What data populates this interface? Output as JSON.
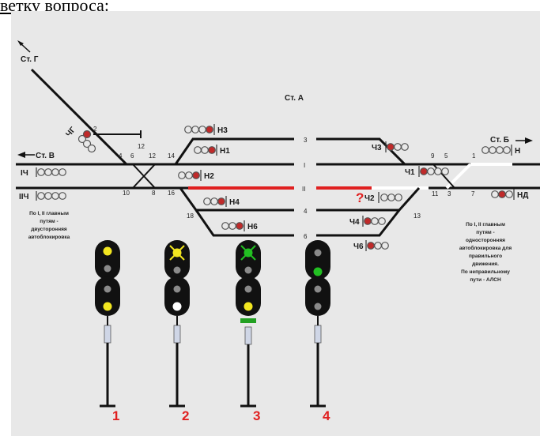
{
  "header_text": "ветку вопроса:",
  "station_main": "Ст. А",
  "station_g": "Ст. Г",
  "station_v": "Ст. В",
  "station_b": "Ст. Б",
  "question_mark": "?",
  "signals": {
    "N3": "Н3",
    "N1": "Н1",
    "N2": "Н2",
    "N4": "Н4",
    "N6": "Н6",
    "Ch3": "Ч3",
    "Ch1": "Ч1",
    "Ch2": "Ч2",
    "Ch4": "Ч4",
    "Ch6": "Ч6",
    "ChG": "ЧГ",
    "I_Ch": "IЧ",
    "II_Ch": "IIЧ",
    "N": "Н",
    "ND": "НД"
  },
  "track_numbers": {
    "t3": "3",
    "t1": "I",
    "t2": "II",
    "t4": "4",
    "t6": "6"
  },
  "switch_numbers": {
    "s2": "2",
    "s4": "4",
    "s6": "6",
    "s12": "12",
    "s14": "14",
    "s10": "10",
    "s8": "8",
    "s16": "16",
    "s18": "18",
    "s9": "9",
    "s5": "5",
    "s1": "1",
    "s11": "11",
    "s3": "3",
    "s7": "7",
    "s13": "13"
  },
  "note_left": [
    "По I, II главным",
    "путям -",
    "двусторонняя",
    "автоблокировка"
  ],
  "note_right": [
    "По I, II главным",
    "путям -",
    "односторонняя",
    "автоблокировка для",
    "правильного",
    "движения.",
    "По неправильному",
    "пути - АЛСН"
  ],
  "answer_numbers": [
    "1",
    "2",
    "3",
    "4"
  ],
  "colors": {
    "red": "#e02020",
    "yellow": "#f2e620",
    "green": "#22c022",
    "white": "#ffffff",
    "unlit": "#8a8a8a",
    "background": "#e8e8e8"
  }
}
